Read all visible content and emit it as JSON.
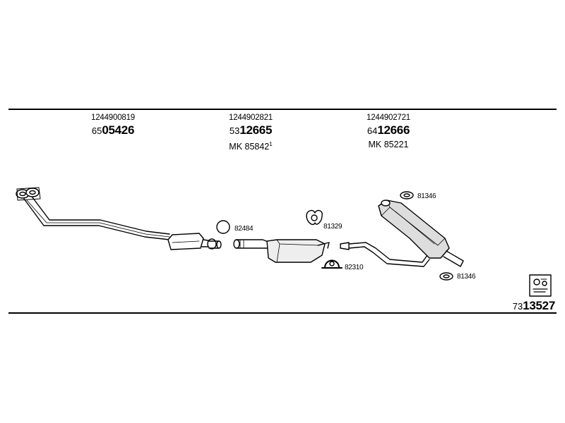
{
  "columns": [
    {
      "oem": "1244900819",
      "prefix": "65",
      "main": "05426",
      "mk": "",
      "mk_sup": ""
    },
    {
      "oem": "1244902821",
      "prefix": "53",
      "main": "12665",
      "mk": "MK  85842",
      "mk_sup": "1"
    },
    {
      "oem": "1244902721",
      "prefix": "64",
      "main": "12666",
      "mk": "MK  85221",
      "mk_sup": ""
    }
  ],
  "labels": {
    "ring": "82484",
    "clamp": "81329",
    "bracket": "82310",
    "mount_top": "81346",
    "mount_bottom": "81346"
  },
  "kit": {
    "prefix": "73",
    "main": "13527"
  },
  "icons": [
    "exhaust-front-pipe-icon",
    "front-muffler-icon",
    "centre-muffler-icon",
    "rear-muffler-icon",
    "seal-ring-icon",
    "clamp-icon",
    "bracket-icon",
    "rubber-mount-icon",
    "fitting-kit-icon"
  ]
}
